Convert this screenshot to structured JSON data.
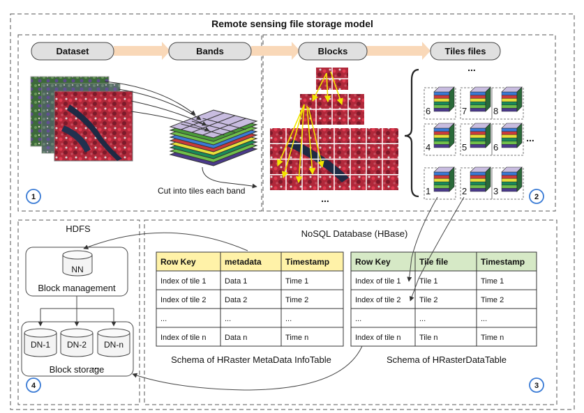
{
  "title": "Remote sensing file storage model",
  "pipeline": {
    "dataset": "Dataset",
    "bands": "Bands",
    "blocks": "Blocks",
    "tiles_files": "Tiles files",
    "cut_caption": "Cut into tiles each band",
    "ellipsis": "...",
    "tile_numbers": [
      "6",
      "7",
      "8",
      "4",
      "5",
      "6",
      "1",
      "2",
      "3"
    ]
  },
  "hdfs": {
    "label": "HDFS",
    "nn": "NN",
    "block_management": "Block management",
    "block_storage": "Block storage",
    "datanodes": [
      "DN-1",
      "DN-2",
      "DN-n"
    ],
    "ellipsis": "..."
  },
  "nosql": {
    "label": "NoSQL Database (HBase)",
    "meta_table": {
      "headers": [
        "Row Key",
        "metadata",
        "Timestamp"
      ],
      "rows": [
        [
          "Index of tile 1",
          "Data 1",
          "Time 1"
        ],
        [
          "Index of tile 2",
          "Data 2",
          "Time 2"
        ],
        [
          "...",
          "...",
          "..."
        ],
        [
          "Index of tile n",
          "Data n",
          "Time n"
        ]
      ],
      "caption": "Schema of HRaster MetaData InfoTable"
    },
    "data_table": {
      "headers": [
        "Row Key",
        "Tile file",
        "Timestamp"
      ],
      "rows": [
        [
          "Index of tile 1",
          "Tile 1",
          "Time 1"
        ],
        [
          "Index of tile 2",
          "Tile 2",
          "Time 2"
        ],
        [
          "...",
          "...",
          "..."
        ],
        [
          "Index of tile n",
          "Tile n",
          "Time n"
        ]
      ],
      "caption": "Schema of HRasterDataTable"
    }
  },
  "section_numbers": [
    "1",
    "2",
    "3",
    "4"
  ],
  "colors": {
    "meta_header": "#fff2a8",
    "data_header": "#d6e9c6",
    "stage_box": "#e0e0e0",
    "flow_arrow": "#f9d8b8",
    "section_badge": "#3a7bd5"
  }
}
